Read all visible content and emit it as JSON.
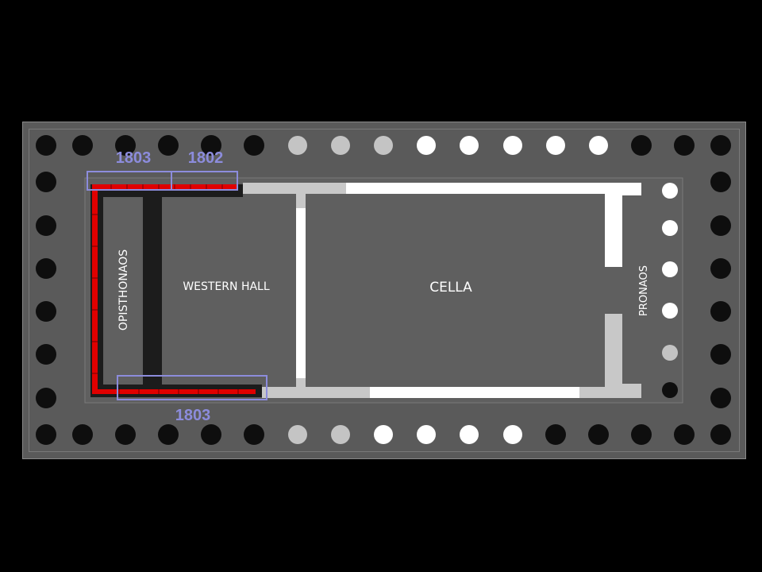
{
  "rooms": {
    "opisthonaos": "OPISTHONAOS",
    "western_hall": "WESTERN HALL",
    "cella": "CELLA",
    "pronaos": "PRONAOS"
  },
  "date_labels": {
    "north_west": "1803",
    "north_east": "1802",
    "south": "1803"
  },
  "colors": {
    "background": "#000000",
    "stylobate": "#5a5a5a",
    "floor": "#606060",
    "column_dark": "#0e0e0e",
    "column_grey": "#c4c4c4",
    "column_white": "#ffffff",
    "wall_dark": "#1c1c1c",
    "wall_white": "#ffffff",
    "wall_grey": "#c8c8c8",
    "removed_marker": "#e00000",
    "date_box": "#8c8cdc"
  }
}
